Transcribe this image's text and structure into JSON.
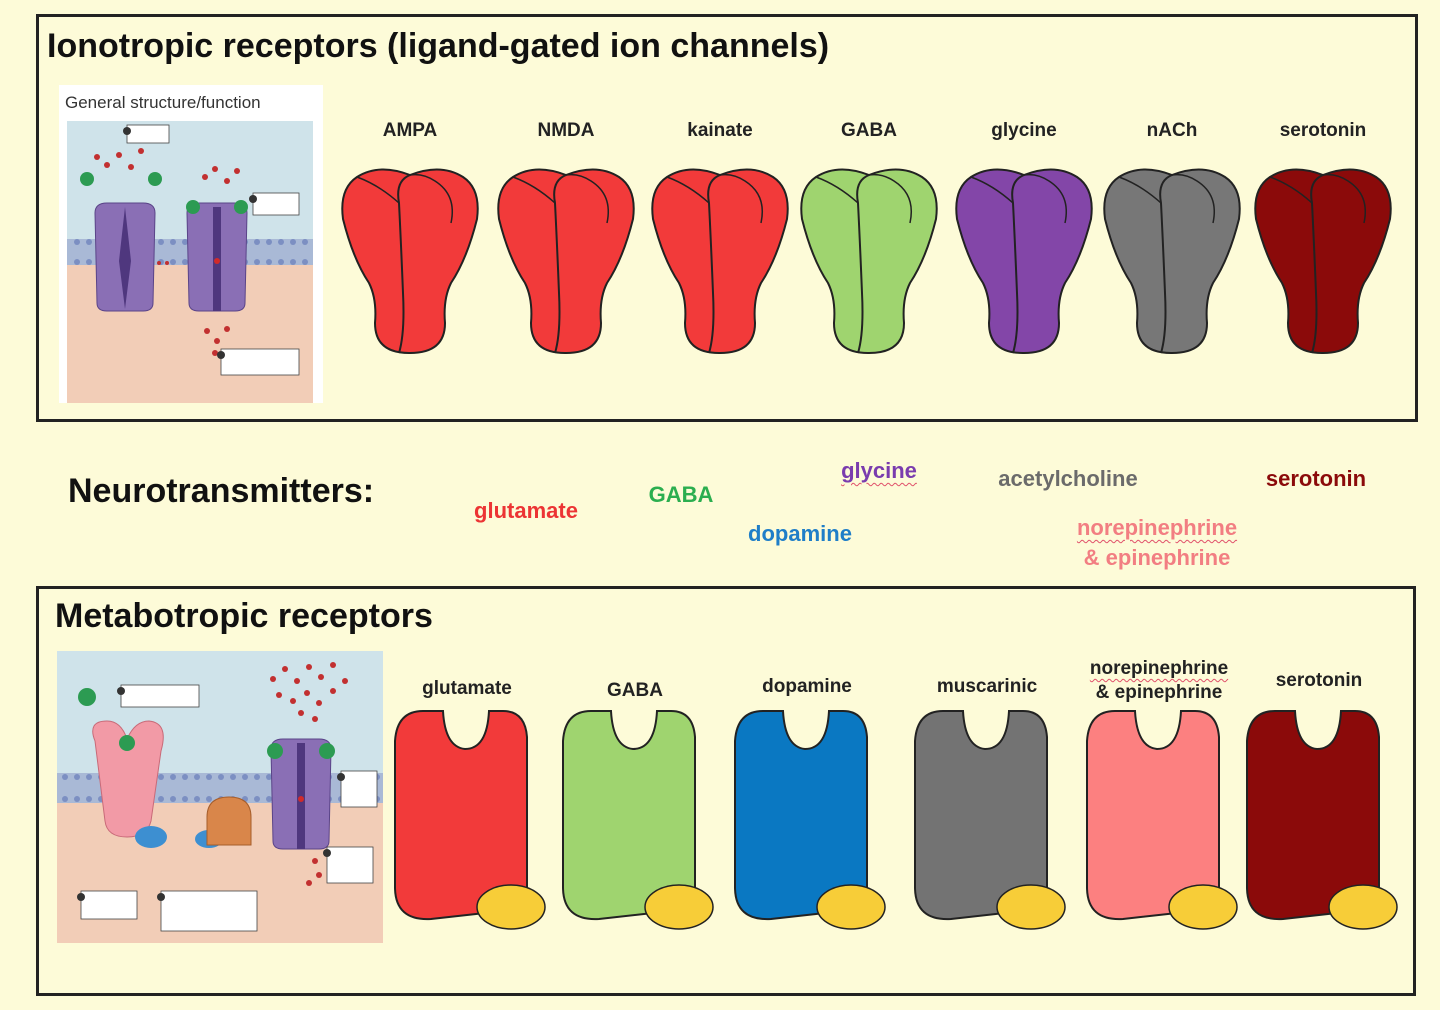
{
  "ionotropic": {
    "title": "Ionotropic receptors (ligand-gated ion channels)",
    "inset_caption": "General structure/function",
    "receptors": [
      {
        "name": "AMPA",
        "color": "#f23a3a"
      },
      {
        "name": "NMDA",
        "color": "#f23a3a"
      },
      {
        "name": "kainate",
        "color": "#f23a3a"
      },
      {
        "name": "GABA",
        "color": "#9fd46f"
      },
      {
        "name": "glycine",
        "color": "#8346a8"
      },
      {
        "name": "nACh",
        "color": "#777777"
      },
      {
        "name": "serotonin",
        "color": "#8b0a0a"
      }
    ]
  },
  "neurotransmitters": {
    "heading": "Neurotransmitters:",
    "items": [
      {
        "name": "glutamate",
        "color": "#ec3434"
      },
      {
        "name": "GABA",
        "color": "#2bae4f"
      },
      {
        "name": "glycine",
        "color": "#7a3cae"
      },
      {
        "name": "dopamine",
        "color": "#1f7ec8"
      },
      {
        "name": "acetylcholine",
        "color": "#6b6b6b"
      },
      {
        "name": "norepinephrine",
        "name2": "& epinephrine",
        "color": "#f27e82"
      },
      {
        "name": "serotonin",
        "color": "#8b0a0a"
      }
    ]
  },
  "metabotropic": {
    "title": "Metabotropic receptors",
    "receptors": [
      {
        "name": "glutamate",
        "color": "#f23a3a"
      },
      {
        "name": "GABA",
        "color": "#9fd46f"
      },
      {
        "name": "dopamine",
        "color": "#0a78c2"
      },
      {
        "name": "muscarinic",
        "color": "#737373"
      },
      {
        "name": "norepinephrine",
        "name2": "& epinephrine",
        "color": "#fc8080"
      },
      {
        "name": "serotonin",
        "color": "#8b0a0a"
      }
    ],
    "gprotein_color": "#f7cd38"
  }
}
